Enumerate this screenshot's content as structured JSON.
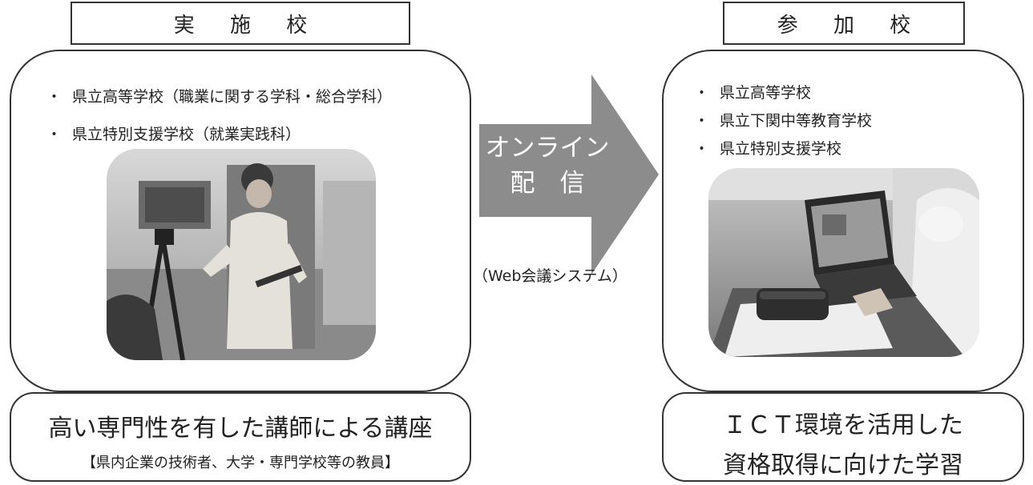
{
  "left": {
    "title": "実 施 校",
    "items": [
      "県立高等学校（職業に関する学科・総合学科）",
      "県立特別支援学校（就業実践科）"
    ],
    "photo_icon": "instructor-demonstration-photo",
    "bottom_main": "高い専門性を有した講師による講座",
    "bottom_sub": "【県内企業の技術者、大学・専門学校等の教員】"
  },
  "arrow": {
    "line1": "オンライン",
    "line2": "配　信",
    "note": "（Web会議システム）",
    "color": "#8c8c8c"
  },
  "right": {
    "title": "参 加 校",
    "items": [
      "県立高等学校",
      "県立下関中等教育学校",
      "県立特別支援学校"
    ],
    "photo_icon": "laptop-classroom-photo",
    "bottom_line1": "ＩＣＴ環境を活用した",
    "bottom_line2": "資格取得に向けた学習"
  },
  "bullet": "・"
}
